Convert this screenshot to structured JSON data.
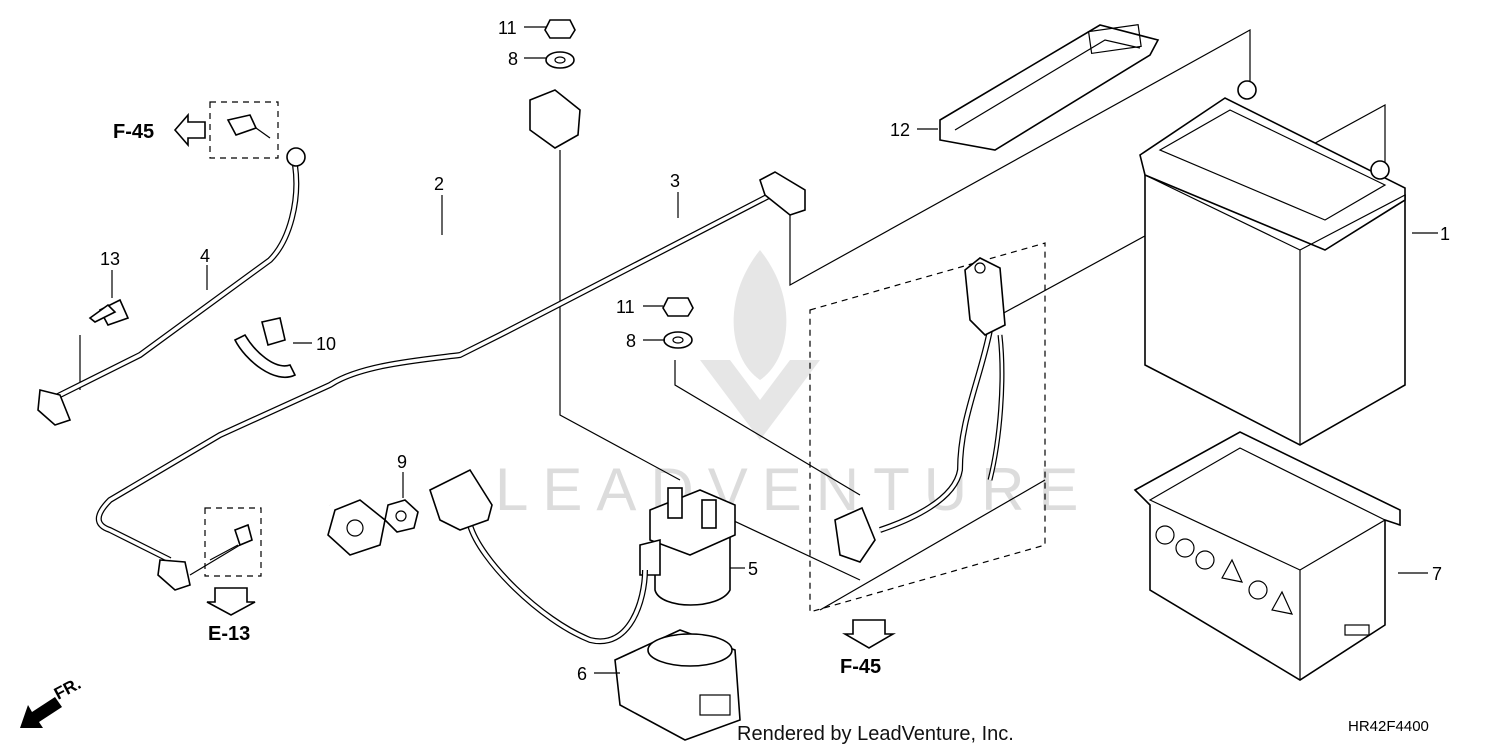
{
  "diagram": {
    "part_numbers": {
      "p1": "1",
      "p2": "2",
      "p3": "3",
      "p4": "4",
      "p5": "5",
      "p6": "6",
      "p7": "7",
      "p8a": "8",
      "p8b": "8",
      "p9": "9",
      "p10": "10",
      "p11a": "11",
      "p11b": "11",
      "p12": "12",
      "p13": "13"
    },
    "references": {
      "f45_left": "F-45",
      "e13": "E-13",
      "f45_bottom": "F-45"
    },
    "direction_label": "FR.",
    "watermark": "LEADVENTURE",
    "footer": {
      "rendered_by": "Rendered by LeadVenture, Inc.",
      "diagram_code": "HR42F4400"
    }
  }
}
